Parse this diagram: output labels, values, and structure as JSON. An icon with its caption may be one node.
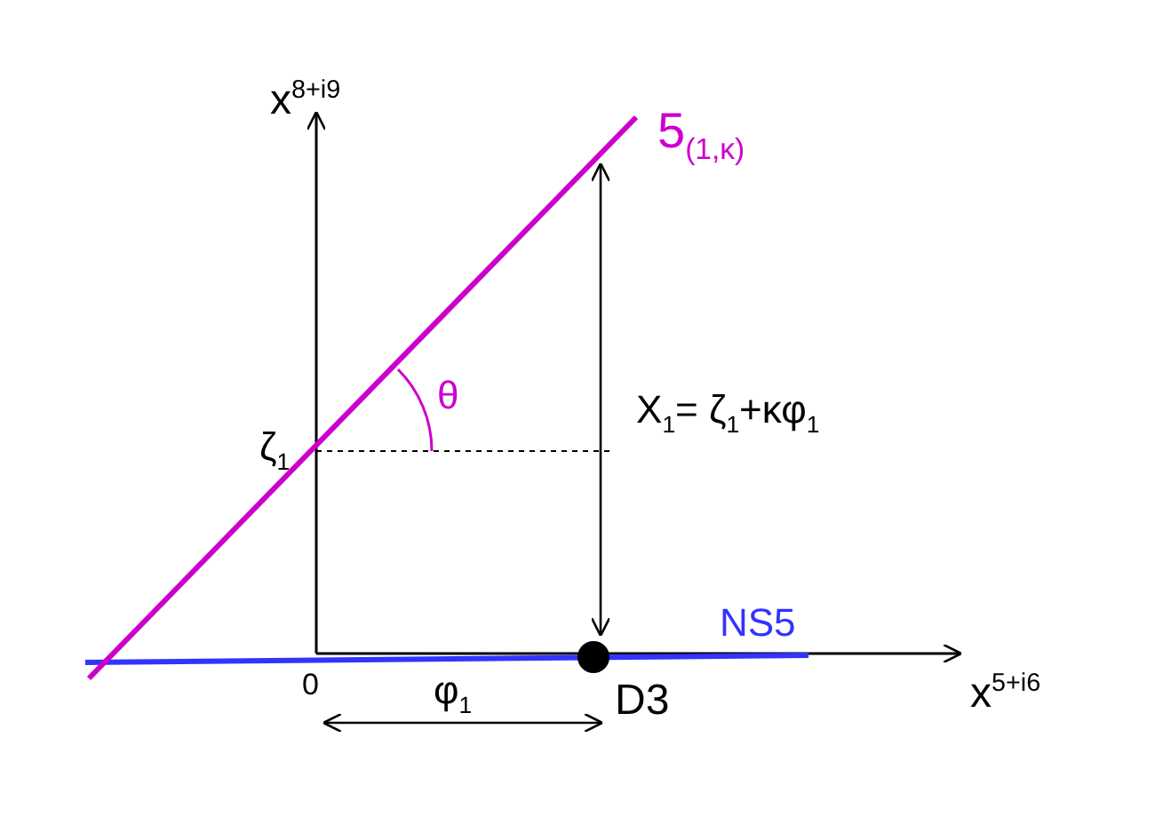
{
  "diagram": {
    "labels": [
      "x$^{8+i9}$",
      "5$_{(1,κ)}$",
      "θ",
      "X$_{1}$= ζ$_{1}$+κφ$_{1}$",
      "ζ$_{1}$",
      "NS5",
      "0",
      "φ$_{1}$",
      "D3",
      "x$^{5+i6}$"
    ]
  }
}
